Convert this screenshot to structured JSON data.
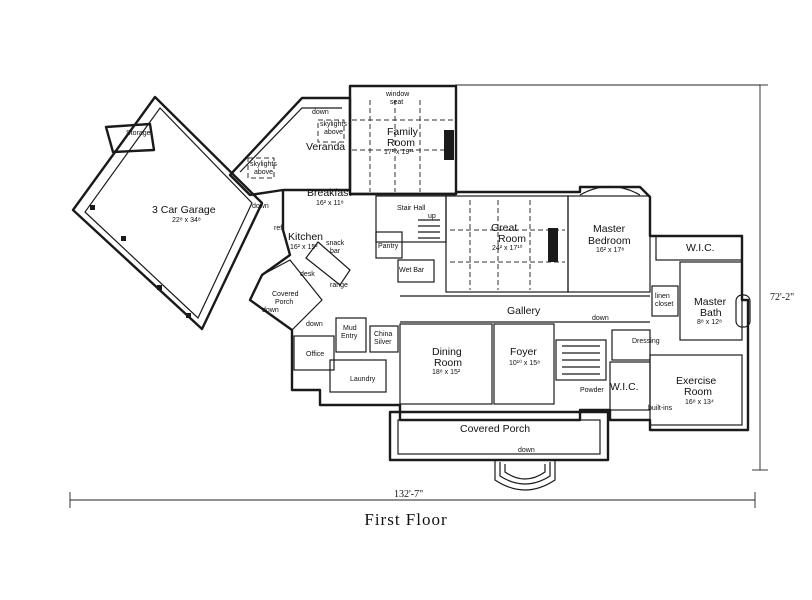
{
  "title": "First Floor",
  "dimensions": {
    "width": "132'-7\"",
    "depth": "72'-2\""
  },
  "rooms": {
    "storage": "Storage",
    "garage": {
      "name": "3 Car Garage",
      "size": "22⁸ x 34⁸"
    },
    "veranda": "Veranda",
    "family": {
      "name1": "Family",
      "name2": "Room",
      "size": "17² x 19¹¹"
    },
    "breakfast": {
      "name": "Breakfast",
      "size": "16² x 11⁸"
    },
    "kitchen": {
      "name": "Kitchen",
      "size": "16² x 15²"
    },
    "great": {
      "name1": "Great",
      "name2": "Room",
      "size": "24² x 17¹⁰"
    },
    "master_bed": {
      "name1": "Master",
      "name2": "Bedroom",
      "size": "16² x 17⁸"
    },
    "wic_top": "W.I.C.",
    "master_bath": {
      "name1": "Master",
      "name2": "Bath",
      "size": "8⁸ x 12⁸"
    },
    "gallery": "Gallery",
    "dining": {
      "name1": "Dining",
      "name2": "Room",
      "size": "18⁸ x 15²"
    },
    "foyer": {
      "name": "Foyer",
      "size": "10¹⁰ x 15⁸"
    },
    "exercise": {
      "name1": "Exercise",
      "name2": "Room",
      "size": "16⁸ x 13⁴"
    },
    "wic_bottom": "W.I.C.",
    "office": "Office",
    "laundry": "Laundry",
    "covered_porch_side": {
      "line1": "Covered",
      "line2": "Porch"
    },
    "covered_porch_front": "Covered Porch",
    "mud_entry": {
      "line1": "Mud",
      "line2": "Entry"
    },
    "china_silver": {
      "line1": "China",
      "line2": "Silver"
    },
    "stair_hall": "Stair Hall",
    "pantry": "Pantry",
    "wet_bar": "Wet Bar",
    "dressing": "Dressing",
    "linen_closet": {
      "line1": "linen",
      "line2": "closet"
    }
  },
  "notes": {
    "window_seat_1": "window",
    "window_seat_2": "seat",
    "skylights_above_1": "skylights",
    "skylights_above_2": "above",
    "skylights_above_b1": "skylights",
    "skylights_above_b2": "above",
    "snack_bar_1": "snack",
    "snack_bar_2": "bar",
    "range": "range",
    "ref": "ref",
    "desk": "desk",
    "up": "up",
    "down": "down",
    "powder": "Powder",
    "built_ins": "built-ins"
  }
}
